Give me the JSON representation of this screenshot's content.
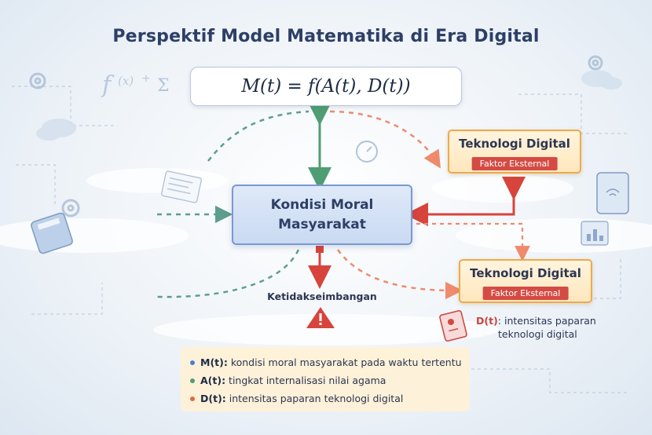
{
  "title": "Perspektif Model Matematika di Era Digital",
  "formula": "M(t) = f(A(t), D(t))",
  "center_node": {
    "line1": "Kondisi Moral",
    "line2": "Masyarakat"
  },
  "tek_top": {
    "title": "Teknologi Digital",
    "badge": "Faktor Eksternal"
  },
  "tek_bottom": {
    "title": "Teknologi Digital",
    "badge": "Faktor Eksternal"
  },
  "imbalance_label": "Ketidakseimbangan",
  "dt_note": {
    "symbol": "D(t)",
    "text1": ": intensitas paparan",
    "text2": "teknologi digital"
  },
  "legend": [
    {
      "symbol": "M(t):",
      "text": " kondisi moral masyarakat pada waktu tertentu",
      "color": "#4a7fd0"
    },
    {
      "symbol": "A(t):",
      "text": " tingkat internalisasi nilai agama",
      "color": "#4e9e76"
    },
    {
      "symbol": "D(t):",
      "text": " intensitas paparan teknologi digital",
      "color": "#e4683f"
    }
  ],
  "colors": {
    "green_arrow": "#4f9e73",
    "red_arrow": "#d7443c",
    "dashed_teal": "#5b9e8e",
    "dashed_salmon": "#ef8a6c",
    "orange_border": "#efa94a",
    "blue_border": "#7a9ad0"
  },
  "background_icons": [
    "gear-icon",
    "cloud-icon",
    "calculator-icon",
    "tablet-icon",
    "chart-icon",
    "document-icon",
    "function-icon",
    "sigma-icon"
  ]
}
